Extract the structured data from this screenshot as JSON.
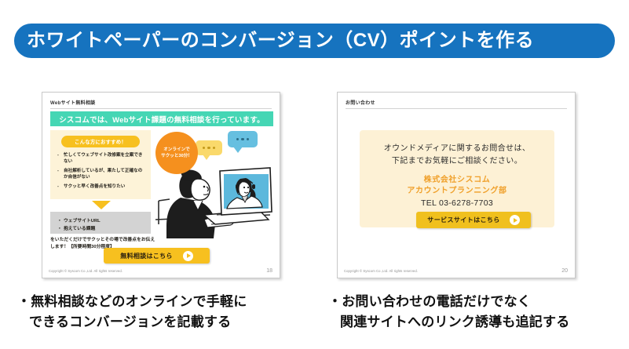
{
  "header": {
    "title": "ホワイトペーパーのコンバージョン（CV）ポイントを作る",
    "bg_color": "#1673bf"
  },
  "slides": {
    "left": {
      "header_label": "Webサイト無料相談",
      "banner_text": "シスコムでは、Webサイト課題の無料相談を行っています。",
      "banner_color": "#45d6b4",
      "recommend_pill": "こんな方におすすめ！",
      "bullets": [
        "忙しくてウェブサイト改修案を立案できない",
        "自社解析しているが、果たして正確なのか自信がない",
        "サクッと早く改善点を知りたい"
      ],
      "gray_items": [
        "ウェブサイトURL",
        "抱えている課題"
      ],
      "note": "をいただくだけでサクッとその場で改善点をお伝えします！【所要時間30分程度】",
      "badge_lines": [
        "オンラインで",
        "サクッと30分！"
      ],
      "badge_color": "#f5901e",
      "cta_label": "無料相談はこちら",
      "cta_color": "#f7c01f",
      "footer_copyright": "Copyright © Syscom Co.,Ltd. All rights reserved.",
      "page_number": "18"
    },
    "right": {
      "header_label": "お問い合わせ",
      "lead_lines": [
        "オウンドメディアに関するお問合せは、",
        "下記までお気軽にご相談ください。"
      ],
      "company_lines": [
        "株式会社シスコム",
        "アカウントプランニング部"
      ],
      "company_color": "#f0a02a",
      "tel": "TEL 03-6278-7703",
      "cta_label": "サービスサイトはこちら",
      "cta_color": "#f0c01e",
      "box_color": "#fdf1d5",
      "footer_copyright": "Copyright © Syscom Co.,Ltd. All rights reserved.",
      "page_number": "20"
    }
  },
  "captions": {
    "left": {
      "line1": "・無料相談などのオンラインで手軽に",
      "line2": "できるコンバージョンを記載する"
    },
    "right": {
      "line1": "・お問い合わせの電話だけでなく",
      "line2": "関連サイトへのリンク誘導も追記する"
    }
  }
}
